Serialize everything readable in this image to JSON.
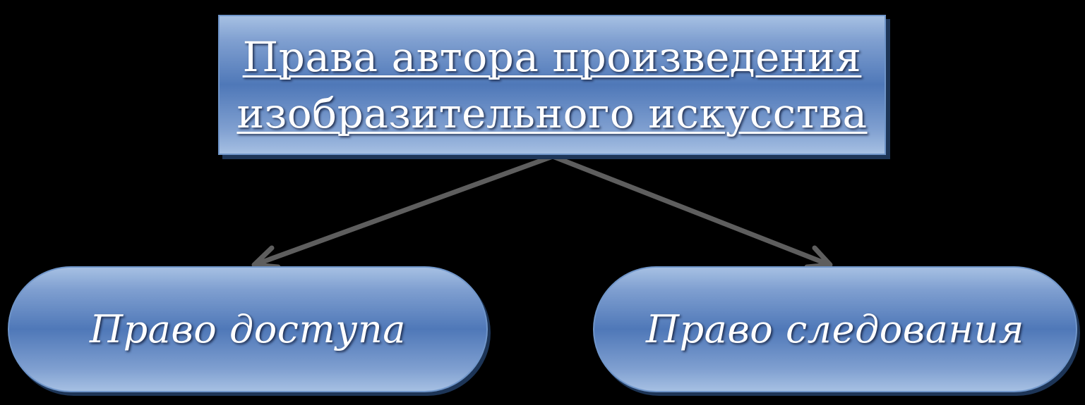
{
  "diagram": {
    "root": {
      "title_line1": "Права автора произведения",
      "title_line2": "изобразительного искусства"
    },
    "children": [
      {
        "label": "Право доступа"
      },
      {
        "label": "Право следования"
      }
    ],
    "colors": {
      "background": "#000000",
      "node_fill": "#4f78b8",
      "node_highlight": "#a6c0e3",
      "node_border": "#6f95c9",
      "node_shadow": "#1d3557",
      "connector": "#5e5e5e",
      "text": "#ffffff"
    }
  }
}
